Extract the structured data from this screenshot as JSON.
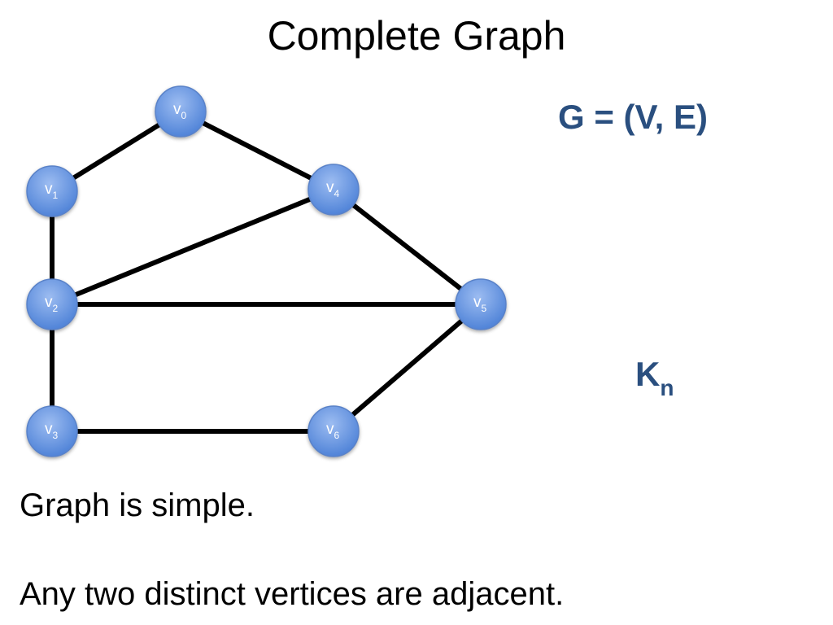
{
  "title": "Complete Graph",
  "formula": "G = (V, E)",
  "kn": {
    "base": "K",
    "subscript": "n"
  },
  "statements": [
    "Graph is simple.",
    "Any two distinct vertices are adjacent."
  ],
  "colors": {
    "accent_text": "#2a4f7f",
    "edge": "#000000",
    "vertex_fill_light": "#8fb3ef",
    "vertex_fill_dark": "#4a7fd6",
    "vertex_stroke": "#5a82c8"
  },
  "graph": {
    "vertices": [
      {
        "id": "v0",
        "base": "v",
        "subscript": "0"
      },
      {
        "id": "v1",
        "base": "v",
        "subscript": "1"
      },
      {
        "id": "v2",
        "base": "v",
        "subscript": "2"
      },
      {
        "id": "v3",
        "base": "v",
        "subscript": "3"
      },
      {
        "id": "v4",
        "base": "v",
        "subscript": "4"
      },
      {
        "id": "v5",
        "base": "v",
        "subscript": "5"
      },
      {
        "id": "v6",
        "base": "v",
        "subscript": "6"
      }
    ],
    "edges": [
      [
        "v0",
        "v1"
      ],
      [
        "v0",
        "v4"
      ],
      [
        "v1",
        "v2"
      ],
      [
        "v2",
        "v4"
      ],
      [
        "v2",
        "v5"
      ],
      [
        "v4",
        "v5"
      ],
      [
        "v2",
        "v3"
      ],
      [
        "v3",
        "v6"
      ],
      [
        "v5",
        "v6"
      ]
    ]
  }
}
